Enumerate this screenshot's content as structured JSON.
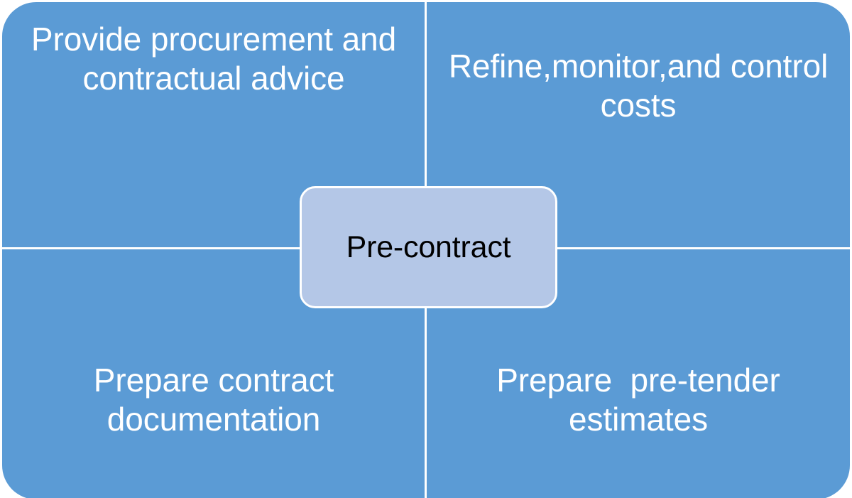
{
  "diagram": {
    "type": "quadrant-hub-and-spoke",
    "center": {
      "label": "Pre-contract",
      "fill_color": "#B4C7E7",
      "border_color": "#FFFFFF",
      "text_color": "#000000"
    },
    "panel": {
      "fill_color": "#5B9BD5",
      "divider_color": "#FFFFFF",
      "text_color": "#FFFFFF"
    },
    "quadrants": [
      {
        "position": "top-left",
        "label": "Provide procurement and contractual advice"
      },
      {
        "position": "top-right",
        "label": "Refine,monitor,and control costs"
      },
      {
        "position": "bottom-left",
        "label": "Prepare contract documentation"
      },
      {
        "position": "bottom-right",
        "label": "Prepare  pre-tender estimates"
      }
    ]
  }
}
